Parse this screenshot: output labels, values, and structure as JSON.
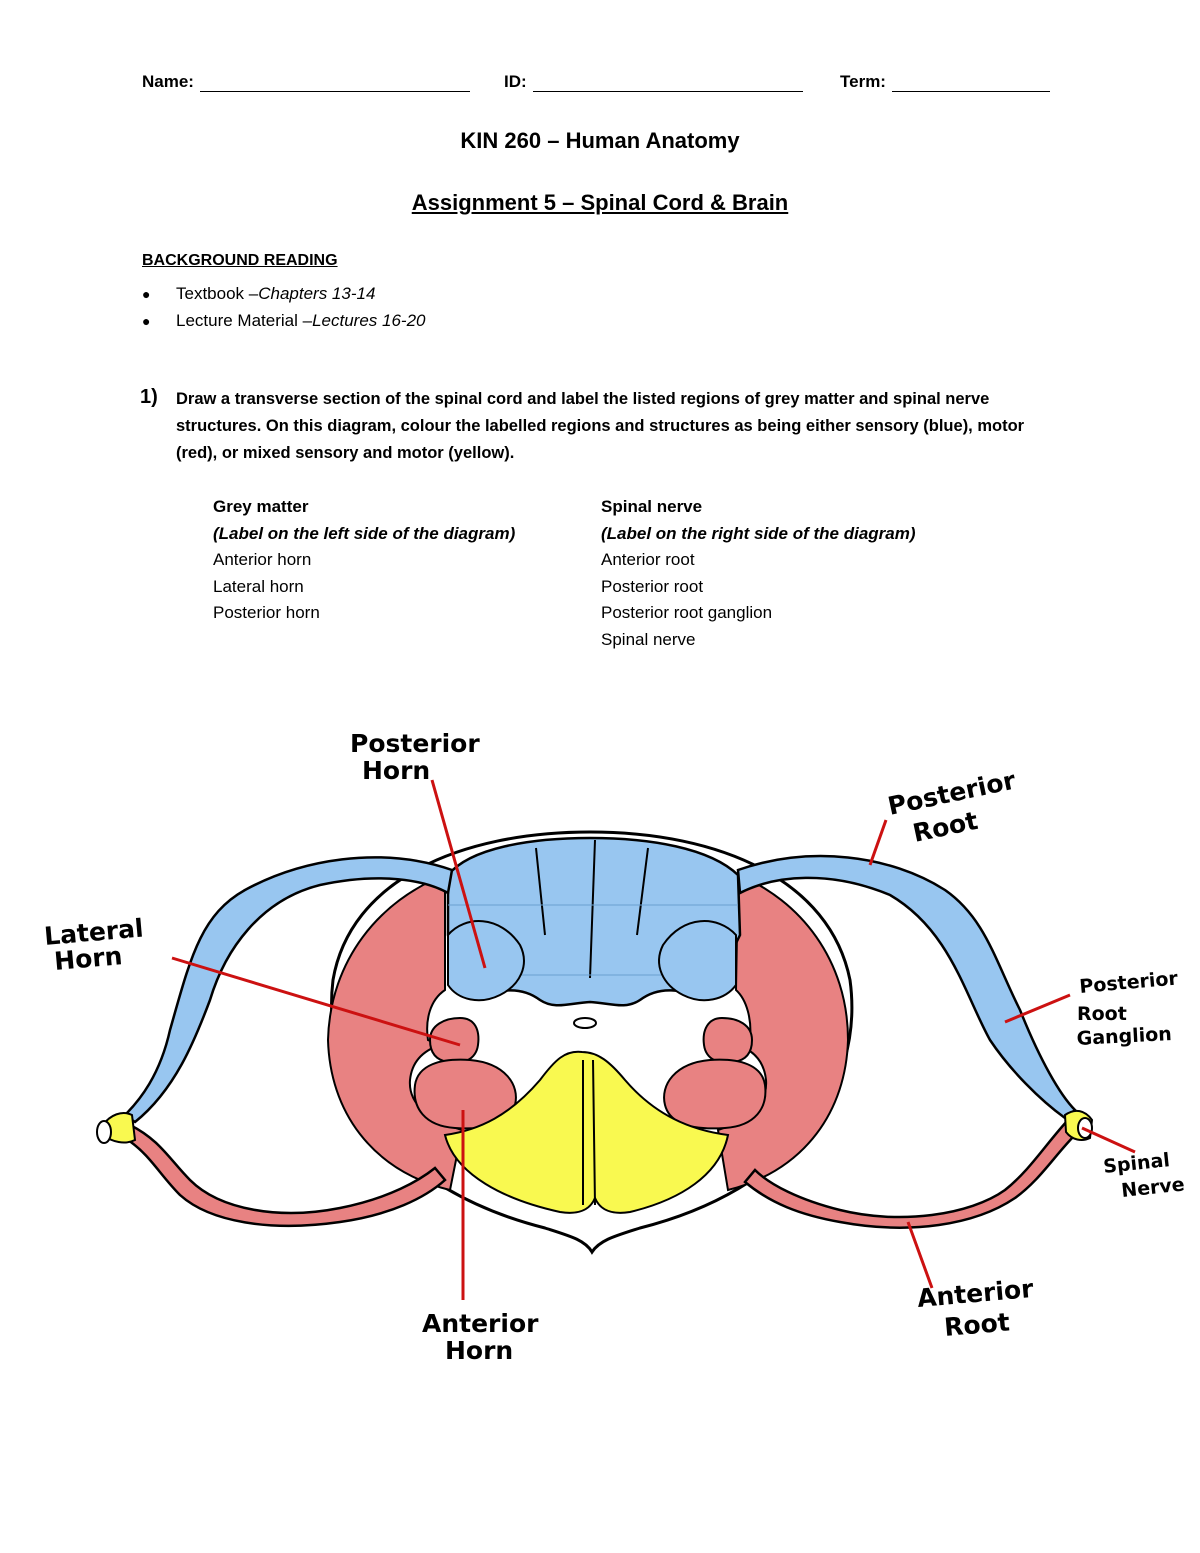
{
  "header": {
    "name_label": "Name:",
    "id_label": "ID:",
    "term_label": "Term:"
  },
  "title": "KIN 260 – Human Anatomy",
  "subtitle": "Assignment 5 – Spinal Cord & Brain",
  "background": {
    "heading": "BACKGROUND READING",
    "items": [
      {
        "label": "Textbook – ",
        "ref": "Chapters 13-14"
      },
      {
        "label": "Lecture Material – ",
        "ref": "Lectures 16-20"
      }
    ]
  },
  "question": {
    "number": "1)",
    "text": "Draw a transverse section of the spinal cord and label the listed regions of grey matter and spinal nerve structures. On this diagram, colour the labelled regions and structures as being either sensory (blue), motor (red), or mixed sensory and motor (yellow)."
  },
  "lists": {
    "grey": {
      "heading": "Grey matter",
      "note": "(Label on the left side of the diagram)",
      "items": [
        "Anterior horn",
        "Lateral horn",
        "Posterior horn"
      ]
    },
    "nerve": {
      "heading": "Spinal nerve",
      "note": "(Label on the right side of the diagram)",
      "items": [
        "Anterior root",
        "Posterior root",
        "Posterior root ganglion",
        "Spinal nerve"
      ]
    }
  },
  "diagram_labels": {
    "posterior_horn": [
      "Posterior",
      "Horn"
    ],
    "lateral_horn": [
      "Lateral",
      "Horn"
    ],
    "anterior_horn": [
      "Anterior",
      "Horn"
    ],
    "posterior_root": [
      "Posterior",
      "Root"
    ],
    "posterior_root_ganglion": [
      "Posterior",
      "Root",
      "Ganglion"
    ],
    "spinal_nerve": [
      "Spinal",
      "Nerve"
    ],
    "anterior_root": [
      "Anterior",
      "Root"
    ]
  },
  "colors": {
    "sensory": "#98c6f0",
    "motor": "#e88282",
    "mixed": "#f9f950",
    "pointer": "#cc1111"
  }
}
